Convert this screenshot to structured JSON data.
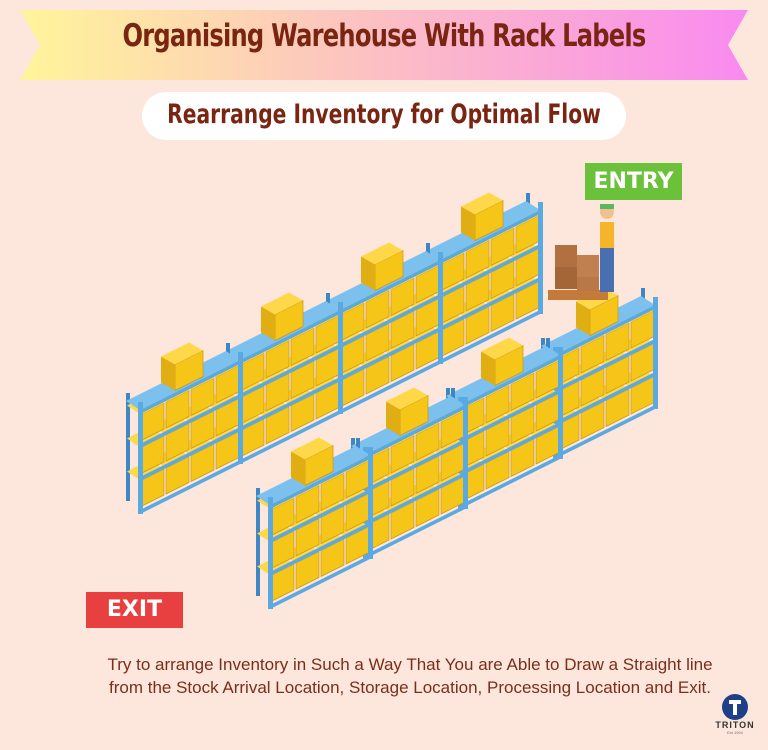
{
  "header": {
    "title": "Organising Warehouse With Rack Labels",
    "subtitle": "Rearrange Inventory for Optimal Flow"
  },
  "labels": {
    "entry": "ENTRY",
    "exit": "EXIT"
  },
  "body": {
    "text": "Try to arrange Inventory in Such a Way That You are Able to Draw a Straight line from the Stock Arrival Location, Storage Location, Processing Location and Exit."
  },
  "logo": {
    "name": "TRITON",
    "est": "Est 1994"
  },
  "colors": {
    "background": "#fde6dc",
    "title_text": "#7a2412",
    "entry": "#6cc13a",
    "exit": "#e84040",
    "rack": "#5aa9e0",
    "box": "#f5c518",
    "banner_start": "#fff59a",
    "banner_end": "#f98af0"
  },
  "icons": [
    "warehouse-rack-icon",
    "cardboard-box-icon",
    "worker-with-pallet-jack-icon",
    "triton-logo"
  ]
}
